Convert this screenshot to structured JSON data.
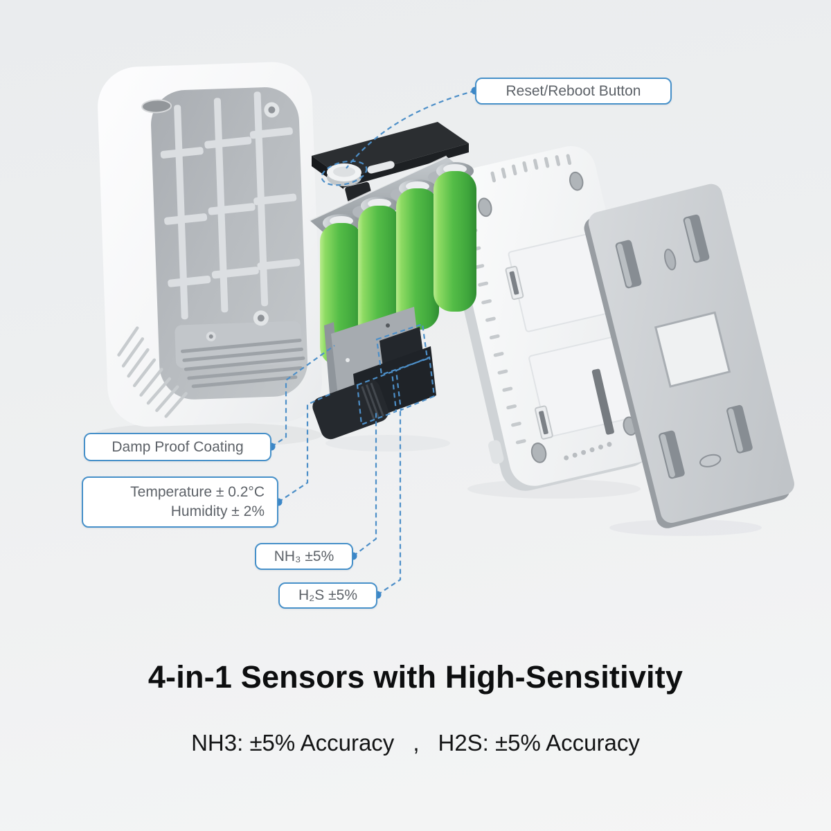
{
  "callouts": {
    "reset": {
      "label": "Reset/Reboot Button"
    },
    "damp": {
      "label": "Damp Proof Coating"
    },
    "temp": {
      "line1": "Temperature ± 0.2°C",
      "line2": "Humidity ± 2%"
    },
    "nh3": {
      "label": "NH₃ ±5%"
    },
    "h2s": {
      "label": "H₂S ±5%"
    }
  },
  "footer": {
    "title": "4-in-1 Sensors with High-Sensitivity",
    "accuracy_left": "NH3: ±5% Accuracy",
    "comma": ",",
    "accuracy_right": "H2S: ±5% Accuracy"
  },
  "colors": {
    "accent_blue": "#3c87c8",
    "leader_line_blue": "#4d8fc8",
    "battery_green": "#54bb49",
    "case_white": "#f9fafb",
    "mounting_plate_gray": "#c9cdd1",
    "pcb_black": "#272b2f",
    "callout_text": "#5d6268",
    "headline_text": "#0d0e0f"
  },
  "diagram": {
    "parts": [
      "back-case",
      "reset-pcb",
      "reset-button",
      "battery-pack",
      "sensor-board",
      "gas-sensors",
      "front-frame",
      "mounting-plate"
    ]
  }
}
